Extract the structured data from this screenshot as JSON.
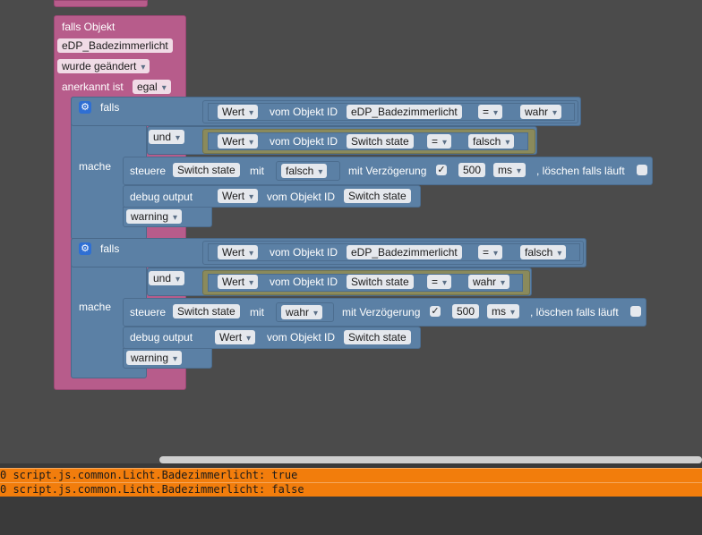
{
  "event_block": {
    "title": "falls Objekt",
    "object": "eDP_Badezimmerlicht",
    "trigger": "wurde geändert",
    "ack_label": "anerkannt ist",
    "ack_value": "egal"
  },
  "if_blocks": [
    {
      "falls": "falls",
      "und": "und",
      "mache": "mache",
      "cond1": {
        "wert": "Wert",
        "vom": "vom Objekt ID",
        "id": "eDP_Badezimmerlicht",
        "op": "=",
        "val": "wahr"
      },
      "cond2": {
        "wert": "Wert",
        "vom": "vom Objekt ID",
        "id": "Switch state",
        "op": "=",
        "val": "falsch"
      },
      "control": {
        "steuere": "steuere",
        "id": "Switch state",
        "mit": "mit",
        "val": "falsch",
        "delay": "mit Verzögerung",
        "check": "✓",
        "ms_value": "500",
        "ms": "ms",
        "clear": ", löschen falls läuft"
      },
      "debug": {
        "label": "debug output",
        "wert": "Wert",
        "vom": "vom Objekt ID",
        "id": "Switch state",
        "level": "warning"
      }
    },
    {
      "falls": "falls",
      "und": "und",
      "mache": "mache",
      "cond1": {
        "wert": "Wert",
        "vom": "vom Objekt ID",
        "id": "eDP_Badezimmerlicht",
        "op": "=",
        "val": "falsch"
      },
      "cond2": {
        "wert": "Wert",
        "vom": "vom Objekt ID",
        "id": "Switch state",
        "op": "=",
        "val": "wahr"
      },
      "control": {
        "steuere": "steuere",
        "id": "Switch state",
        "mit": "mit",
        "val": "wahr",
        "delay": "mit Verzögerung",
        "check": "✓",
        "ms_value": "500",
        "ms": "ms",
        "clear": ", löschen falls läuft"
      },
      "debug": {
        "label": "debug output",
        "wert": "Wert",
        "vom": "vom Objekt ID",
        "id": "Switch state",
        "level": "warning"
      }
    }
  ],
  "log": [
    "0 script.js.common.Licht.Badezimmerlicht: true",
    "0 script.js.common.Licht.Badezimmerlicht: false"
  ],
  "colors": {
    "workspace": "#4b4b4b",
    "event_block": "#b75c8b",
    "logic_block": "#5b80a5",
    "compare_block": "#8a8a5c",
    "log_highlight": "#f27d0c"
  }
}
